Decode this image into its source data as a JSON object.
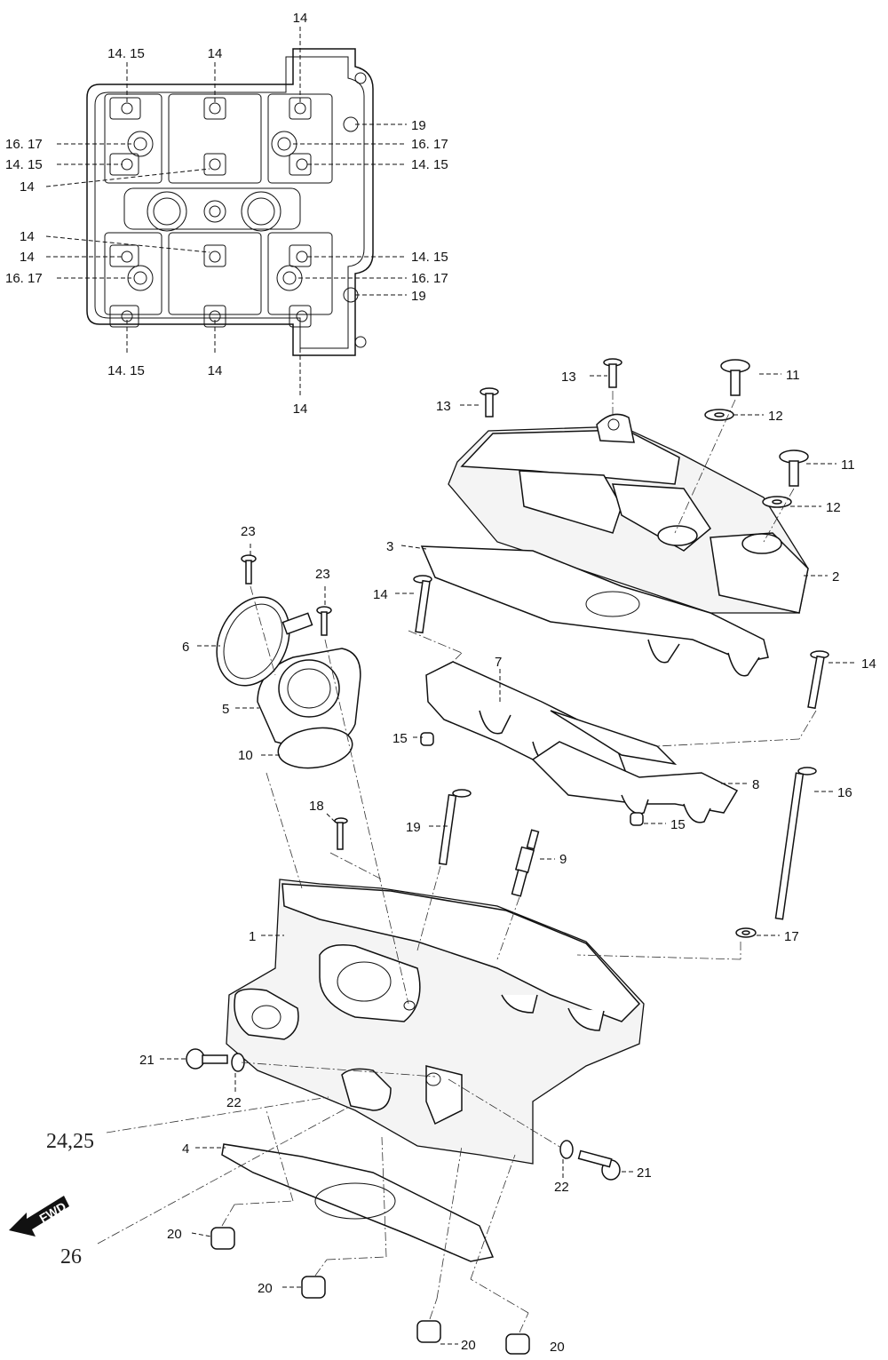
{
  "diagram": {
    "fwd_label": "FWD",
    "ref_24_25": "24,25",
    "ref_26": "26",
    "inset_labels": {
      "top_14": "14",
      "tl_1415": "14. 15",
      "tc_14": "14",
      "l_1617_a": "16. 17",
      "l_1415_a": "14. 15",
      "l_14_a": "14",
      "l_14_b": "14",
      "l_14_c": "14",
      "l_1617_b": "16. 17",
      "bl_1415": "14. 15",
      "bc_14": "14",
      "bottom_14": "14",
      "r_19_a": "19",
      "r_1617_a": "16. 17",
      "r_1415_a": "14. 15",
      "r_1415_b": "14. 15",
      "r_1617_b": "16. 17",
      "r_19_b": "19"
    },
    "part_labels": {
      "p13a": "13",
      "p13b": "13",
      "p11a": "11",
      "p12a": "12",
      "p11b": "11",
      "p12b": "12",
      "p2": "2",
      "p3": "3",
      "p23a": "23",
      "p23b": "23",
      "p6": "6",
      "p5": "5",
      "p14a": "14",
      "p14b": "14",
      "p7": "7",
      "p15a": "15",
      "p10": "10",
      "p8": "8",
      "p16": "16",
      "p15b": "15",
      "p18": "18",
      "p19": "19",
      "p9": "9",
      "p1": "1",
      "p17": "17",
      "p21a": "21",
      "p22a": "22",
      "p4": "4",
      "p22b": "22",
      "p21b": "21",
      "p20a": "20",
      "p20b": "20",
      "p20c": "20",
      "p20d": "20"
    }
  }
}
